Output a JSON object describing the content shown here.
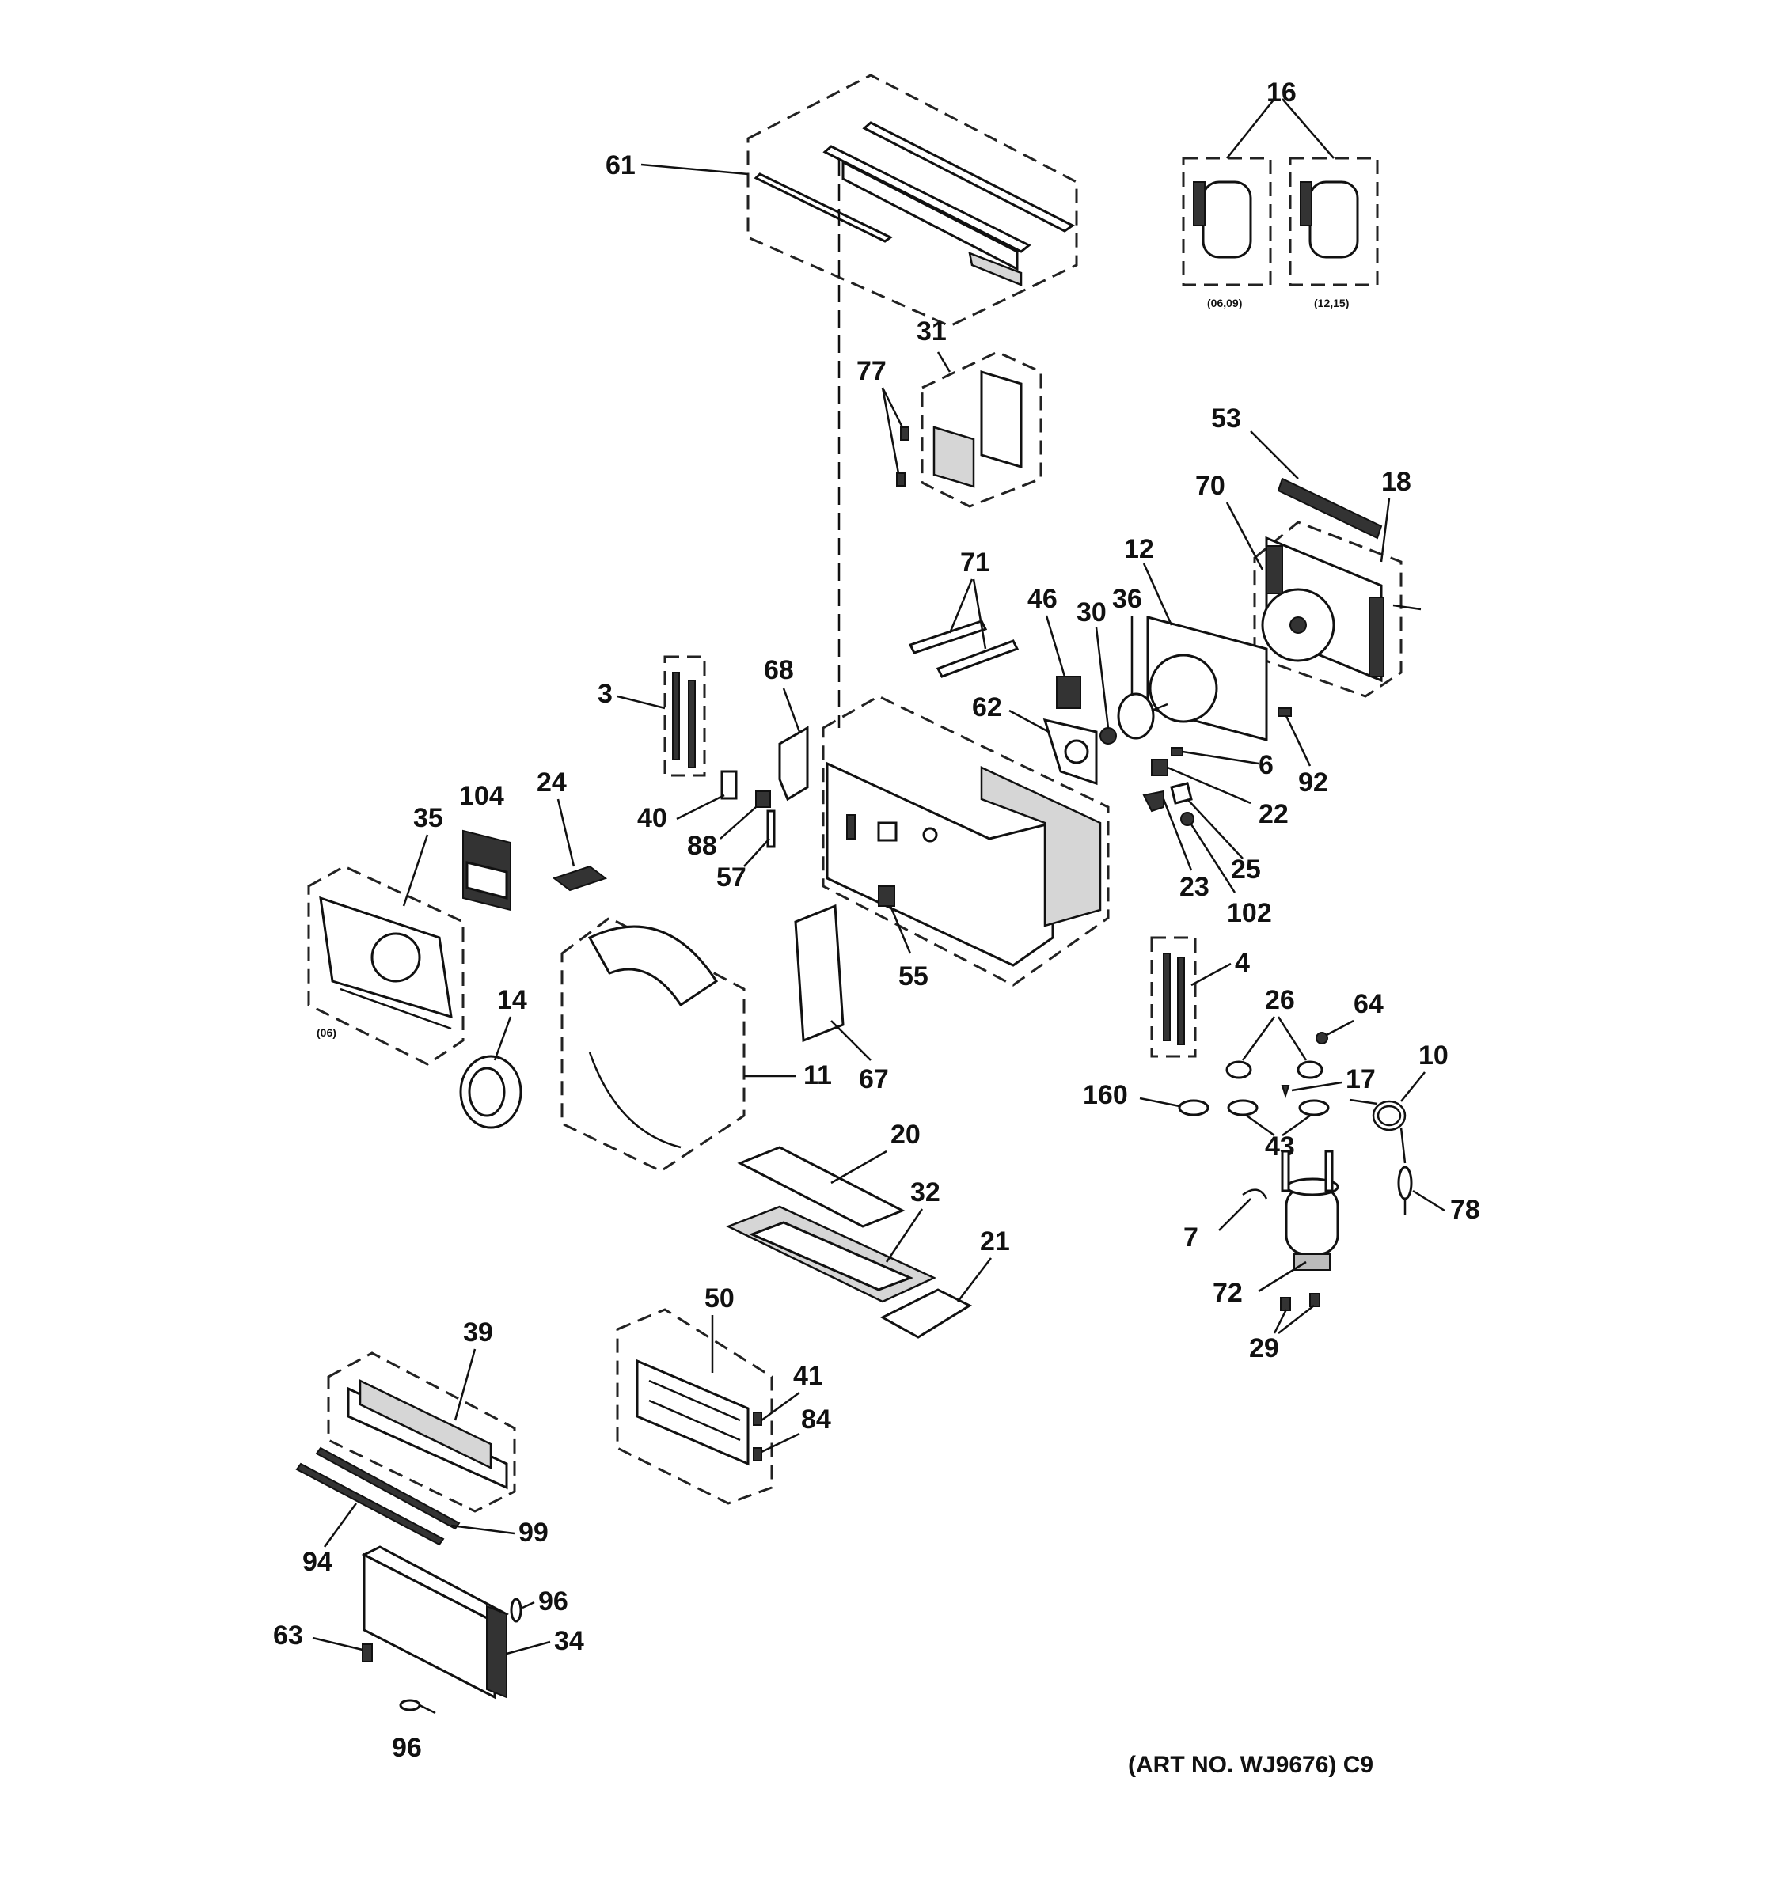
{
  "diagram": {
    "labels": {
      "p3": "3",
      "p4": "4",
      "p6": "6",
      "p7": "7",
      "p10": "10",
      "p11": "11",
      "p12": "12",
      "p14": "14",
      "p16": "16",
      "p17": "17",
      "p18": "18",
      "p20": "20",
      "p21": "21",
      "p22": "22",
      "p23": "23",
      "p24": "24",
      "p25": "25",
      "p26": "26",
      "p29": "29",
      "p30": "30",
      "p31": "31",
      "p32": "32",
      "p34": "34",
      "p35": "35",
      "p36": "36",
      "p39": "39",
      "p40": "40",
      "p41": "41",
      "p43": "43",
      "p46": "46",
      "p50": "50",
      "p53": "53",
      "p55": "55",
      "p57": "57",
      "p61": "61",
      "p62": "62",
      "p63": "63",
      "p64": "64",
      "p67": "67",
      "p68": "68",
      "p70": "70",
      "p71": "71",
      "p72": "72",
      "p77": "77",
      "p78": "78",
      "p84": "84",
      "p88": "88",
      "p92": "92",
      "p94": "94",
      "p96a": "96",
      "p96b": "96",
      "p99": "99",
      "p102": "102",
      "p104": "104",
      "p160": "160"
    },
    "variant_labels": {
      "compressor_small": "(06,09)",
      "compressor_large": "(12,15)",
      "fan_housing_06": "(06)"
    },
    "art_number": "(ART NO. WJ9676) C9"
  }
}
